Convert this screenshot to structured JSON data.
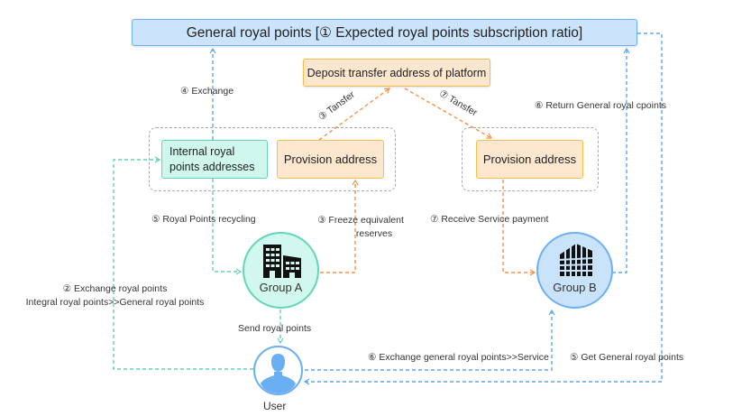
{
  "nodes": {
    "top_box": "General royal points [①  Expected royal points subscription ratio]",
    "deposit_box": "Deposit transfer address of platform",
    "internal_addresses_line1": "Internal royal",
    "internal_addresses_line2": "points addresses",
    "provision_left": "Provision address",
    "provision_right": "Provision address",
    "group_a": "Group A",
    "group_b": "Group B",
    "user": "User"
  },
  "labels": {
    "exchange": "④ Exchange",
    "transfer_3": "③ Tansfer",
    "transfer_7": "⑦ Tansfer",
    "return_general": "⑥ Return General royal cpoints",
    "royal_recycling": "⑤ Royal Points recycling",
    "freeze_line1": "③ Freeze equivalent",
    "freeze_line2": "reserves",
    "receive_payment": "⑦ Receive Service payment",
    "exchange_royal_line1": "② Exchange royal points",
    "exchange_royal_line2": "Integral royal points>>General royal points",
    "send_royal": "Send royal points",
    "exchange_service": "⑥ Exchange general royal points>>Service",
    "get_general": "⑤ Get General royal points"
  },
  "colors": {
    "blue": "#5aa7f2",
    "green": "#5fd3b6",
    "orange": "#f5924a",
    "gray": "#a9a9a9"
  }
}
